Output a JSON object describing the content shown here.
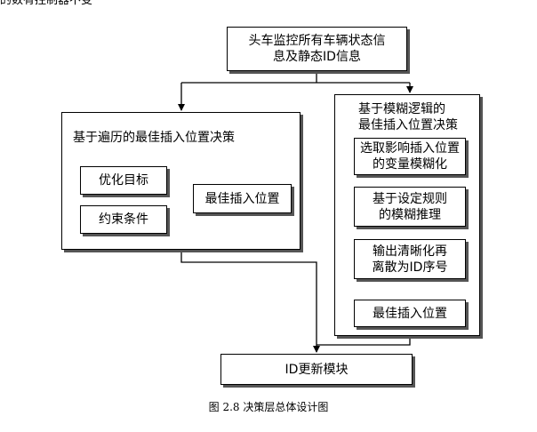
{
  "top_cut_text": "的数有控制器不变",
  "nodes": {
    "top": "头车监控所有车辆状态信\n息及静态ID信息",
    "left_container_title": "基于遍历的最佳插入位置决策",
    "objective": "优化目标",
    "constraint": "约束条件",
    "left_result": "最佳插入位置",
    "right_container_title": "基于模糊逻辑的\n最佳插入位置决策",
    "fuzzify": "选取影响插入位置\n的变量模糊化",
    "reasoning": "基于设定规则\n的模糊推理",
    "defuzzify": "输出清晰化再\n离散为ID序号",
    "right_result": "最佳插入位置",
    "update": "ID更新模块"
  },
  "caption": "图 2.8  决策层总体设计图"
}
